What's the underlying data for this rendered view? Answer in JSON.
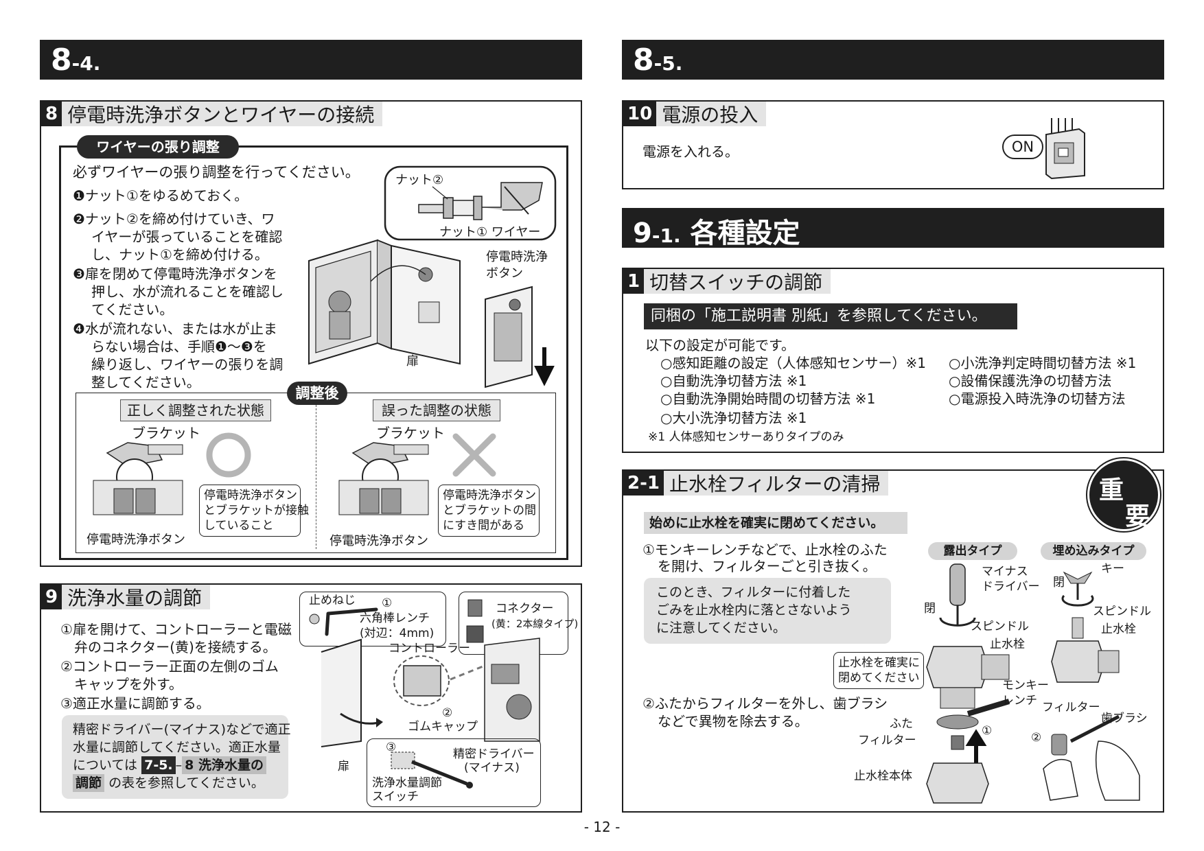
{
  "left": {
    "header": {
      "num": "8",
      "sub": "-4."
    },
    "sec8": {
      "num": "8",
      "title": "停電時洗浄ボタンとワイヤーの接続",
      "pill": "ワイヤーの張り調整",
      "intro": "必ずワイヤーの張り調整を行ってください。",
      "steps": [
        [
          "❶ナット①をゆるめておく。"
        ],
        [
          "❷ナット②を締め付けていき、ワ",
          "イヤーが張っていることを確認",
          "し、ナット①を締め付ける。"
        ],
        [
          "❸扉を閉めて停電時洗浄ボタンを",
          "押し、水が流れることを確認し",
          "てください。"
        ],
        [
          "❹水が流れない、または水が止ま",
          "らない場合は、手順❶～❸を",
          "繰り返し、ワイヤーの張りを調",
          "整してください。"
        ]
      ],
      "labels": {
        "nut2": "ナット②",
        "nut1_wire": "ナット①  ワイヤー",
        "button": [
          "停電時洗浄",
          "ボタン"
        ],
        "door": "扉"
      },
      "after": {
        "pill": "調整後",
        "correct": "正しく調整された状態",
        "wrong": "誤った調整の状態",
        "bracket": "ブラケット",
        "button": "停電時洗浄ボタン",
        "correct_note": [
          "停電時洗浄ボタン",
          "とブラケットが接触",
          "していること"
        ],
        "wrong_note": [
          "停電時洗浄ボタン",
          "とブラケットの間",
          "にすき間がある"
        ]
      }
    },
    "sec9": {
      "num": "9",
      "title": "洗浄水量の調節",
      "steps": [
        [
          "①扉を開けて、コントローラーと電磁",
          "弁のコネクター(黄)を接続する。"
        ],
        [
          "②コントローラー正面の左側のゴム",
          "キャップを外す。"
        ],
        [
          "③適正水量に調節する。"
        ]
      ],
      "note1": "精密ドライバー(マイナス)などで適正",
      "note2": "水量に調節してください。適正水量",
      "note3a": "については",
      "ref1": "7-5.",
      "ref_dash": "–",
      "ref2": "8 洗浄水量の",
      "ref3": "調節",
      "note4": "の表を参照してください。",
      "labels": {
        "stopscrew": "止めねじ",
        "one": "①",
        "hexwrench": "六角棒レンチ",
        "hexsize": "(対辺：4mm)",
        "connector": "コネクター",
        "connector_sub": "(黄：2本線タイプ)",
        "controller": "コントローラー",
        "two": "②",
        "rubbercap": "ゴムキャップ",
        "three": "③",
        "driver": [
          "精密ドライバー",
          "(マイナス)"
        ],
        "switch": [
          "洗浄水量調節",
          "スイッチ"
        ],
        "door": "扉"
      }
    }
  },
  "right": {
    "header": {
      "num": "8",
      "sub": "-5."
    },
    "sec10": {
      "num": "10",
      "title": "電源の投入",
      "body": "電源を入れる。",
      "on": "ON"
    },
    "header2": {
      "num": "9",
      "sub": "-1.",
      "title": "各種設定"
    },
    "sec1": {
      "num": "1",
      "title": "切替スイッチの調節",
      "banner": "同梱の「施工説明書 別紙」を参照してください。",
      "intro": "以下の設定が可能です。",
      "col1": [
        "○感知距離の設定（人体感知センサー）※1",
        "○自動洗浄切替方法 ※1",
        "○自動洗浄開始時間の切替方法 ※1",
        "○大小洗浄切替方法 ※1"
      ],
      "col2": [
        "○小洗浄判定時間切替方法 ※1",
        "○設備保護洗浄の切替方法",
        "○電源投入時洗浄の切替方法"
      ],
      "footnote": "※1 人体感知センサーありタイプのみ"
    },
    "sec21": {
      "num": "2-1",
      "title": "止水栓フィルターの清掃",
      "badge": [
        "重",
        "要"
      ],
      "warning": "始めに止水栓を確実に閉めてください。",
      "step1": [
        "①モンキーレンチなどで、止水栓のふた",
        "を開け、フィルターごと引き抜く。"
      ],
      "note": [
        "このとき、フィルターに付着した",
        "ごみを止水栓内に落とさないよう",
        "に注意してください。"
      ],
      "step2": [
        "②ふたからフィルターを外し、歯ブラシ",
        "などで異物を除去する。"
      ],
      "labels": {
        "exposed": "露出タイプ",
        "embedded": "埋め込みタイプ",
        "minus_driver": [
          "マイナス",
          "ドライバー"
        ],
        "close": "閉",
        "spindle": "スピンドル",
        "valve": "止水栓",
        "key": "キー",
        "close_note": [
          "止水栓を確実に",
          "閉めてください"
        ],
        "monkey": [
          "モンキー",
          "レンチ"
        ],
        "lid": "ふた",
        "filter": "フィルター",
        "one": "①",
        "two": "②",
        "toothbrush": "歯ブラシ",
        "valve_body": "止水栓本体"
      }
    }
  },
  "page_number": "- 12 -"
}
